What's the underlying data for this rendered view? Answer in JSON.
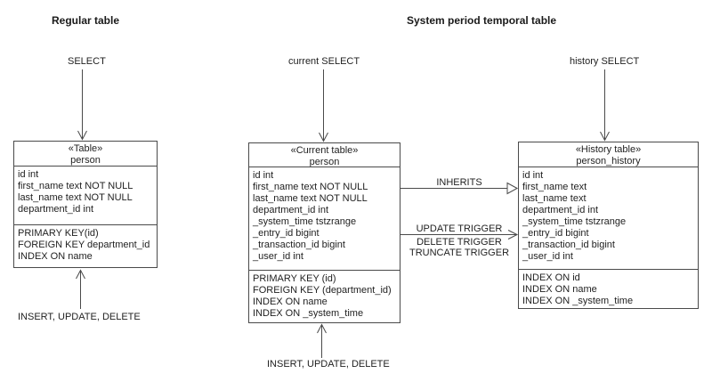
{
  "colors": {
    "background": "#ffffff",
    "line": "#4a4a4a",
    "text": "#1f1f1f"
  },
  "titles": {
    "regular": "Regular table",
    "temporal": "System period temporal table"
  },
  "flow_labels": {
    "select": "SELECT",
    "current_select": "current SELECT",
    "history_select": "history SELECT",
    "inherits": "INHERITS",
    "update_trigger": "UPDATE TRIGGER",
    "delete_trigger": "DELETE TRIGGER",
    "truncate_trigger": "TRUNCATE TRIGGER",
    "insert_update_delete_regular": "INSERT, UPDATE, DELETE",
    "insert_update_delete_current": "INSERT, UPDATE, DELETE"
  },
  "icons": {
    "select_arrow": "arrow-down-open",
    "inherits_arrow": "triangle-right-hollow",
    "trigger_arrow": "arrow-right-open",
    "modify_arrow": "arrow-up-open"
  },
  "tables": {
    "regular": {
      "stereotype": "«Table»",
      "name": "person",
      "fields": [
        "id int",
        "first_name text NOT NULL",
        "last_name text NOT NULL",
        "department_id int"
      ],
      "constraints": [
        "PRIMARY KEY(id)",
        "FOREIGN KEY department_id",
        "INDEX ON name"
      ]
    },
    "current": {
      "stereotype": "«Current table»",
      "name": "person",
      "fields": [
        "id int",
        "first_name text NOT NULL",
        "last_name text NOT NULL",
        "department_id int",
        "_system_time tstzrange",
        "_entry_id bigint",
        "_transaction_id bigint",
        "_user_id int"
      ],
      "constraints": [
        "PRIMARY KEY (id)",
        "FOREIGN KEY (department_id)",
        "INDEX ON name",
        "INDEX ON _system_time"
      ]
    },
    "history": {
      "stereotype": "«History table»",
      "name": "person_history",
      "fields": [
        "id int",
        "first_name text",
        "last_name text",
        "department_id int",
        "_system_time tstzrange",
        "_entry_id bigint",
        "_transaction_id bigint",
        "_user_id int"
      ],
      "constraints": [
        "INDEX ON id",
        "INDEX ON name",
        "INDEX ON _system_time"
      ]
    }
  }
}
